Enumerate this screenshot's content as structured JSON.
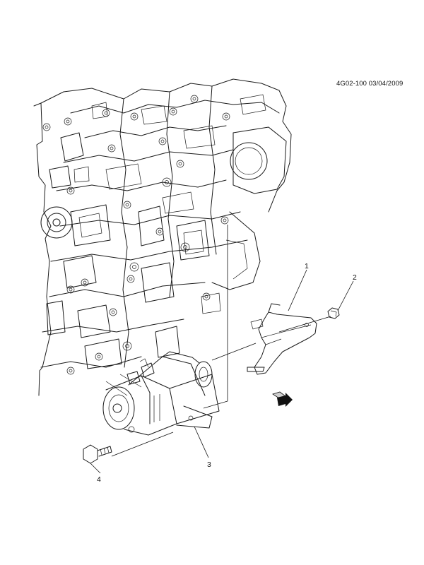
{
  "diagram_id": "4G02-100 03/04/2009",
  "callouts": [
    {
      "number": "1",
      "part": "starter-shield"
    },
    {
      "number": "2",
      "part": "nut"
    },
    {
      "number": "3",
      "part": "starter-motor"
    },
    {
      "number": "4",
      "part": "bolt"
    }
  ],
  "icons": [
    "front-direction-arrow-icon"
  ]
}
